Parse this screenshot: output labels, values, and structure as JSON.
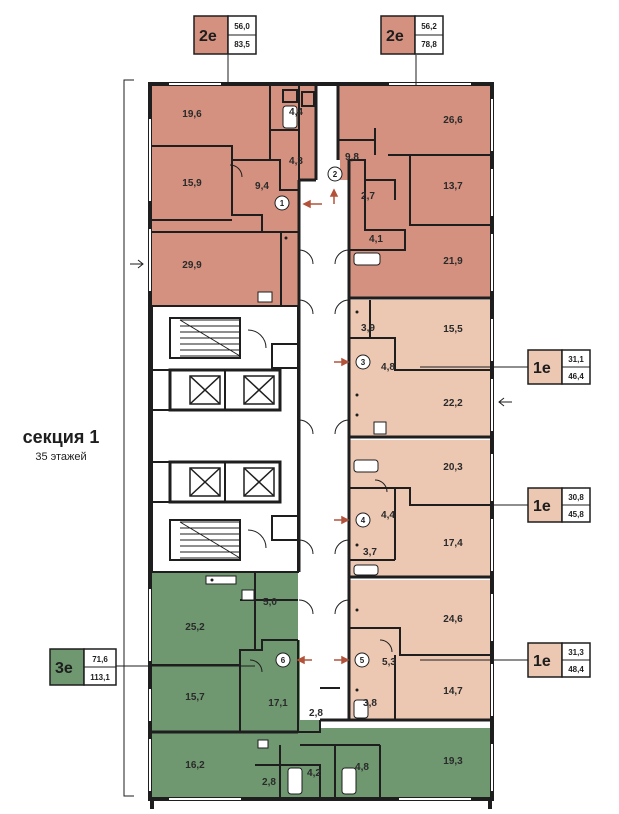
{
  "section": {
    "title": "секция 1",
    "subtitle": "35 этажей"
  },
  "colors": {
    "two_room": "#d4917f",
    "one_room": "#ecc7b1",
    "three_room": "#6f9870",
    "wall": "#1e1e1e",
    "arrow": "#b3523a"
  },
  "badges": [
    {
      "id": "2e-left",
      "code": "2е",
      "living": "56,0",
      "total": "83,5",
      "color": "#d4917f"
    },
    {
      "id": "2e-right",
      "code": "2е",
      "living": "56,2",
      "total": "78,8",
      "color": "#d4917f"
    },
    {
      "id": "1e-top",
      "code": "1е",
      "living": "31,1",
      "total": "46,4",
      "color": "#ecc7b1"
    },
    {
      "id": "1e-mid",
      "code": "1е",
      "living": "30,8",
      "total": "45,8",
      "color": "#ecc7b1"
    },
    {
      "id": "1e-bot",
      "code": "1е",
      "living": "31,3",
      "total": "48,4",
      "color": "#ecc7b1"
    },
    {
      "id": "3e",
      "code": "3е",
      "living": "71,6",
      "total": "113,1",
      "color": "#6f9870"
    }
  ],
  "apartment_numbers": [
    "1",
    "2",
    "3",
    "4",
    "5",
    "6"
  ],
  "rooms": [
    "19,6",
    "4,4",
    "26,6",
    "15,9",
    "4,3",
    "9,4",
    "9,8",
    "13,7",
    "2,7",
    "4,1",
    "29,9",
    "21,9",
    "3,9",
    "15,5",
    "4,8",
    "22,2",
    "20,3",
    "4,4",
    "17,4",
    "3,7",
    "5,0",
    "24,6",
    "25,2",
    "5,3",
    "15,7",
    "17,1",
    "2,8",
    "3,8",
    "14,7",
    "16,2",
    "2,8",
    "4,2",
    "4,8",
    "19,3"
  ],
  "icons": [
    "compass-arrow-icon",
    "entrance-arrow-icon",
    "elevator-icon",
    "stairs-icon"
  ]
}
